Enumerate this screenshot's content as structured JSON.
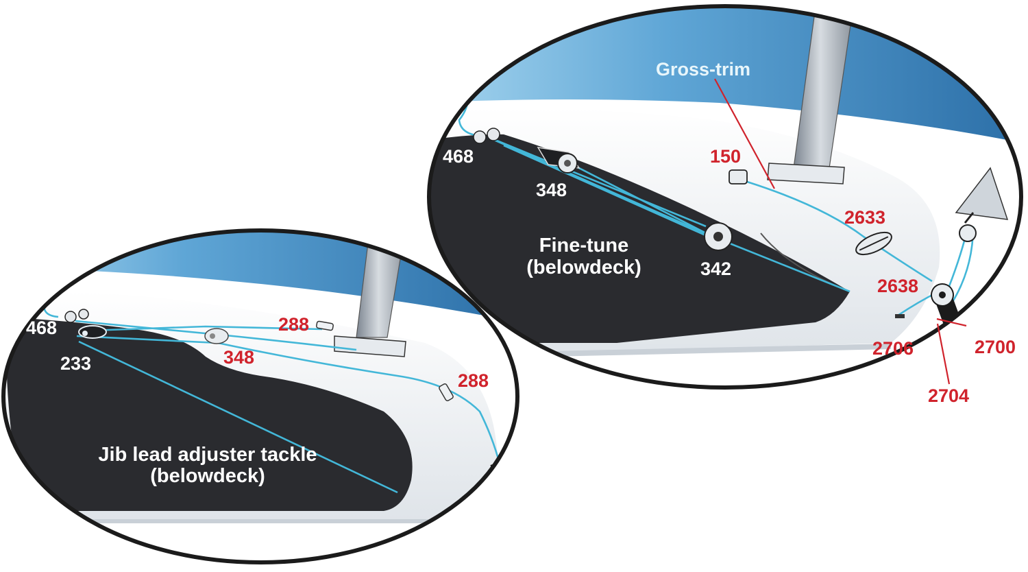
{
  "colors": {
    "sky_dark": "#2b6ea7",
    "sky_light": "#9fd0ec",
    "deck": "#f4f6f8",
    "hatch": "#2a2b2f",
    "line": "#43b7d8",
    "red": "#d0232c",
    "white_label": "#ffffff",
    "outline": "#1b1b1b"
  },
  "left_panel": {
    "title_line1": "Jib lead adjuster tackle",
    "title_line2": "(belowdeck)",
    "labels": {
      "l468": "468",
      "l233": "233",
      "l288a": "288",
      "l348": "348",
      "l288b": "288"
    }
  },
  "right_panel": {
    "gross_trim": "Gross-trim",
    "fine_tune_line1": "Fine-tune",
    "fine_tune_line2": "(belowdeck)",
    "labels": {
      "l468": "468",
      "l348": "348",
      "l342": "342",
      "l150": "150",
      "l2633": "2633",
      "l2638": "2638",
      "l2706": "2706",
      "l2700": "2700",
      "l2704": "2704"
    }
  }
}
